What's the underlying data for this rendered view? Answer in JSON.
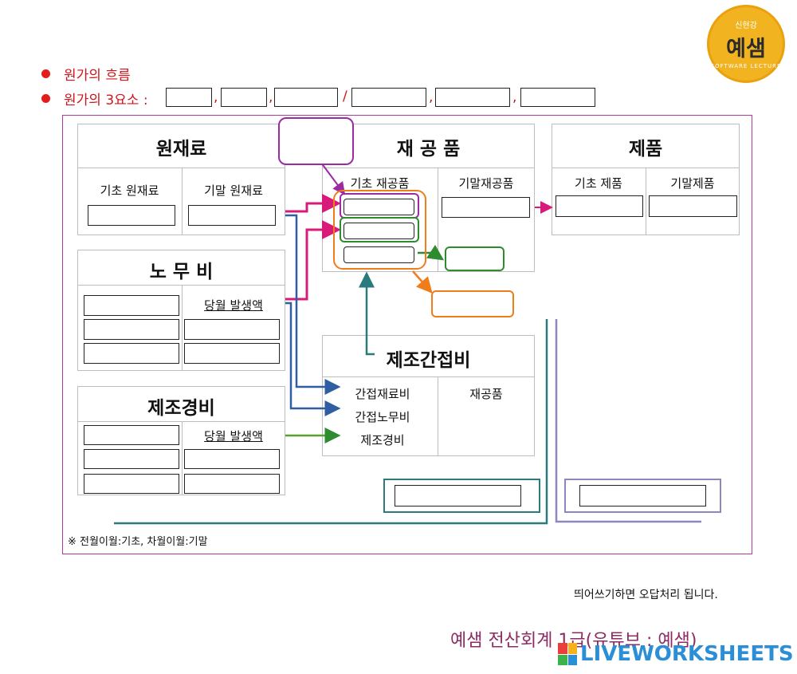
{
  "header": {
    "bullet1": "원가의 흐름",
    "bullet2": "원가의 3요소 :",
    "sep_comma": ",",
    "sep_slash": "/"
  },
  "logo": {
    "top_text": "신현강",
    "main_text": "예샘",
    "bottom_text": "SOFTWARE LECTURE"
  },
  "raw_material": {
    "title": "원재료",
    "begin": "기초 원재료",
    "end": "기말 원재료"
  },
  "labor": {
    "title": "노 무 비",
    "current": "당월 발생액"
  },
  "mfg_expense": {
    "title": "제조경비",
    "current": "당월 발생액"
  },
  "wip": {
    "title": "재 공 품",
    "begin": "기초 재공품",
    "end": "기말재공품"
  },
  "product": {
    "title": "제품",
    "begin": "기초 제품",
    "end": "기말제품"
  },
  "overhead": {
    "title": "제조간접비",
    "item1": "간접재료비",
    "item2": "간접노무비",
    "item3": "제조경비",
    "right": "재공품"
  },
  "note": "※ 전월이월:기초, 차월이월:기말",
  "footer": {
    "instruction": "띄어쓰기하면 오답처리 됩니다.",
    "brand": "예샘 전산회계 1급(유튜브 : 예샘)",
    "liveworksheets": "LIVEWORKSHEETS"
  },
  "colors": {
    "magenta": "#d81b7a",
    "purple": "#9b2aa3",
    "teal": "#2a7a7e",
    "green": "#2e8b2e",
    "orange": "#f07c1a",
    "navy": "#2f5fa0",
    "lavender": "#8d87c0",
    "red": "#d0141c"
  }
}
